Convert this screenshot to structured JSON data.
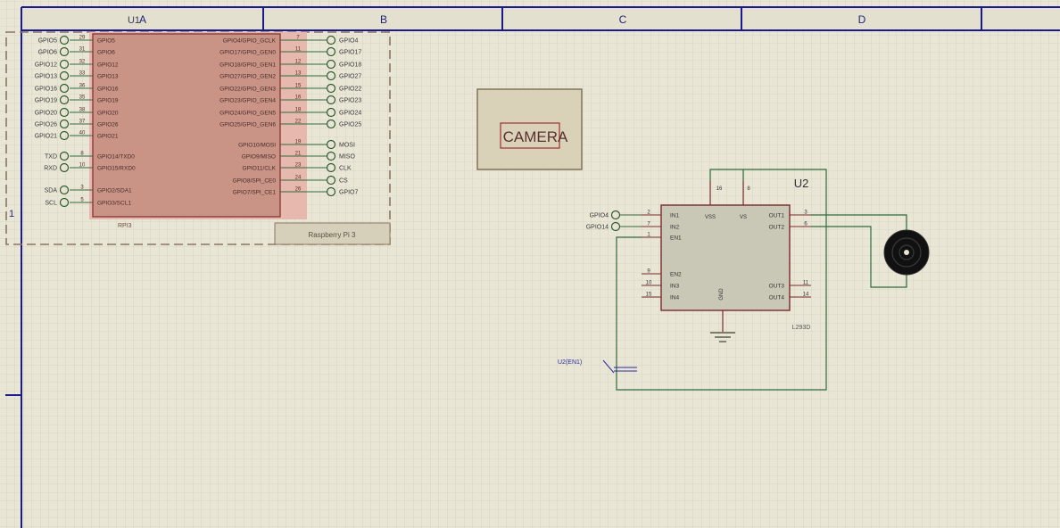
{
  "sheet": {
    "column_labels": [
      "A",
      "B",
      "C",
      "D"
    ],
    "row_label": "1"
  },
  "u1": {
    "ref": "U1",
    "part": "RPI3",
    "tag": "Raspberry Pi 3",
    "left_pins": [
      {
        "net": "GPIO5",
        "num": "29",
        "label": "GPIO5"
      },
      {
        "net": "GPIO6",
        "num": "31",
        "label": "GPIO6"
      },
      {
        "net": "GPIO12",
        "num": "32",
        "label": "GPIO12"
      },
      {
        "net": "GPIO13",
        "num": "33",
        "label": "GPIO13"
      },
      {
        "net": "GPIO16",
        "num": "36",
        "label": "GPIO16"
      },
      {
        "net": "GPIO19",
        "num": "35",
        "label": "GPIO19"
      },
      {
        "net": "GPIO20",
        "num": "38",
        "label": "GPIO20"
      },
      {
        "net": "GPIO26",
        "num": "37",
        "label": "GPIO26"
      },
      {
        "net": "GPIO21",
        "num": "40",
        "label": "GPIO21"
      },
      {
        "net": "TXD",
        "num": "8",
        "label": "GPIO14/TXD0"
      },
      {
        "net": "RXD",
        "num": "10",
        "label": "GPIO15/RXD0"
      },
      {
        "net": "SDA",
        "num": "3",
        "label": "GPIO2/SDA1"
      },
      {
        "net": "SCL",
        "num": "5",
        "label": "GPIO3/SCL1"
      }
    ],
    "right_pins": [
      {
        "net": "GPIO4",
        "num": "7",
        "label": "GPIO4/GPIO_GCLK"
      },
      {
        "net": "GPIO17",
        "num": "11",
        "label": "GPIO17/GPIO_GEN0"
      },
      {
        "net": "GPIO18",
        "num": "12",
        "label": "GPIO18/GPIO_GEN1"
      },
      {
        "net": "GPIO27",
        "num": "13",
        "label": "GPIO27/GPIO_GEN2"
      },
      {
        "net": "GPIO22",
        "num": "15",
        "label": "GPIO22/GPIO_GEN3"
      },
      {
        "net": "GPIO23",
        "num": "16",
        "label": "GPIO23/GPIO_GEN4"
      },
      {
        "net": "GPIO24",
        "num": "18",
        "label": "GPIO24/GPIO_GEN5"
      },
      {
        "net": "GPIO25",
        "num": "22",
        "label": "GPIO25/GPIO_GEN6"
      },
      {
        "net": "MOSI",
        "num": "19",
        "label": "GPIO10/MOSI"
      },
      {
        "net": "MISO",
        "num": "21",
        "label": "GPIO9/MISO"
      },
      {
        "net": "CLK",
        "num": "23",
        "label": "GPIO11/CLK"
      },
      {
        "net": "CS",
        "num": "24",
        "label": "GPIO8/SPI_CE0"
      },
      {
        "net": "GPIO7",
        "num": "26",
        "label": "GPIO7/SPI_CE1"
      }
    ]
  },
  "camera": {
    "label": "CAMERA"
  },
  "u2": {
    "ref": "U2",
    "part": "L293D",
    "inputs": [
      {
        "net": "GPIO4",
        "num": "2",
        "label": "IN1"
      },
      {
        "net": "GPIO14",
        "num": "7",
        "label": "IN2"
      },
      {
        "net": "",
        "num": "1",
        "label": "EN1"
      }
    ],
    "lower_inputs": [
      {
        "num": "9",
        "label": "EN2"
      },
      {
        "num": "10",
        "label": "IN3"
      },
      {
        "num": "15",
        "label": "IN4"
      }
    ],
    "outputs": [
      {
        "num": "3",
        "label": "OUT1"
      },
      {
        "num": "6",
        "label": "OUT2"
      },
      {
        "num": "11",
        "label": "OUT3"
      },
      {
        "num": "14",
        "label": "OUT4"
      }
    ],
    "top_pins": [
      {
        "num": "16",
        "label": "VSS"
      },
      {
        "num": "8",
        "label": "VS"
      }
    ],
    "gnd_label": "GND"
  },
  "net_label": "U2(EN1)"
}
